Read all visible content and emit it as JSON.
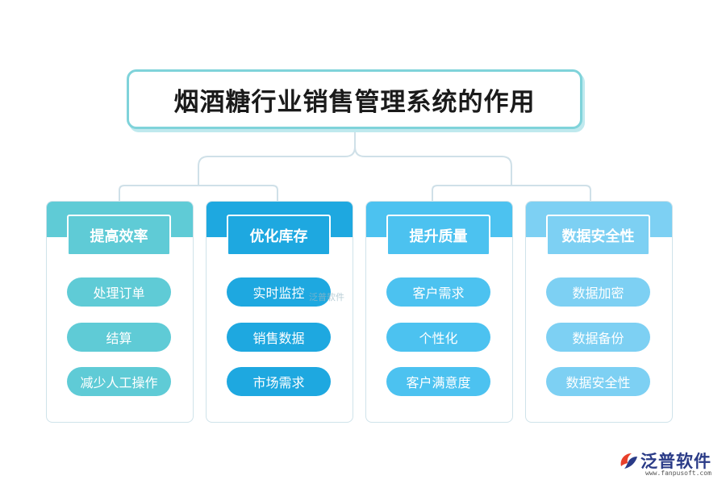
{
  "title": "烟酒糖行业销售管理系统的作用",
  "categories": [
    {
      "label": "提高效率",
      "band_color": "#5fcbd6",
      "item_color": "#5fcbd6",
      "items": [
        "处理订单",
        "结算",
        "减少人工操作"
      ]
    },
    {
      "label": "优化库存",
      "band_color": "#1ea8e0",
      "item_color": "#1ea8e0",
      "items": [
        "实时监控",
        "销售数据",
        "市场需求"
      ]
    },
    {
      "label": "提升质量",
      "band_color": "#4cc2f0",
      "item_color": "#4cc2f0",
      "items": [
        "客户需求",
        "个性化",
        "客户满意度"
      ]
    },
    {
      "label": "数据安全性",
      "band_color": "#7dd0f3",
      "item_color": "#7dd0f3",
      "items": [
        "数据加密",
        "数据备份",
        "数据安全性"
      ]
    }
  ],
  "watermark": "泛普软件",
  "logo": {
    "name": "泛普软件",
    "url": "www.fanpusoft.com",
    "icon": "fanpu-logo-icon"
  },
  "colors": {
    "title_border": "#7fd3da",
    "connector": "#cfe0e8"
  }
}
